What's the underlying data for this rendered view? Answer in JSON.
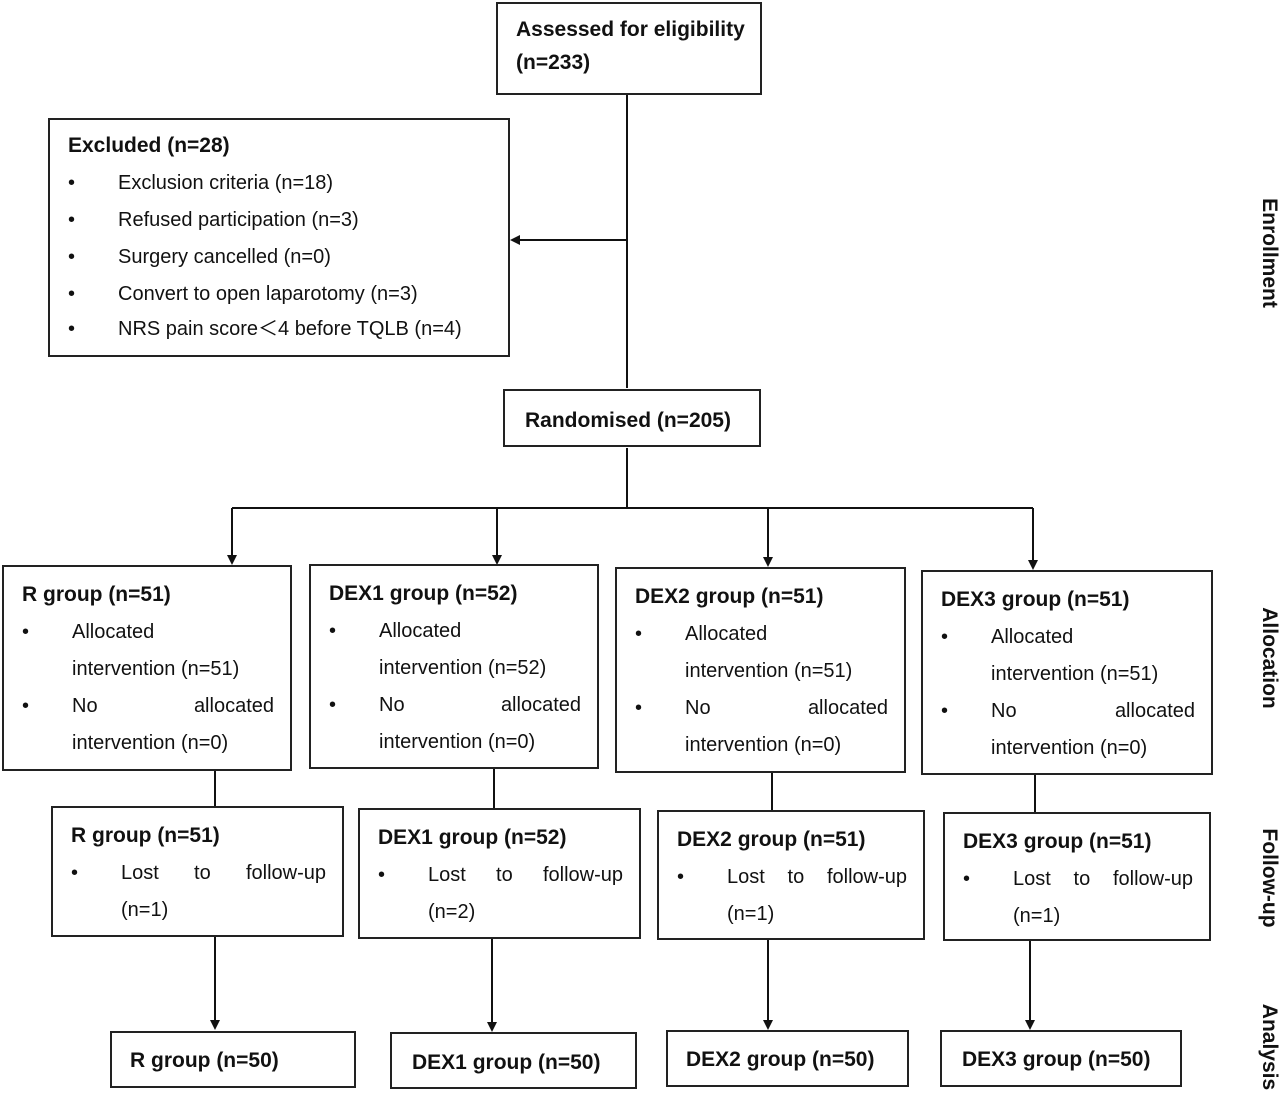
{
  "enrollment": {
    "assessed": {
      "line1": "Assessed for eligibility",
      "line2": "(n=233)"
    },
    "excluded": {
      "title": "Excluded (n=28)",
      "items": [
        "Exclusion criteria (n=18)",
        "Refused participation (n=3)",
        "Surgery cancelled (n=0)",
        "Convert to open laparotomy (n=3)",
        "NRS pain score＜4 before TQLB (n=4)"
      ]
    },
    "randomised": "Randomised (n=205)"
  },
  "allocation": [
    {
      "title": "R group (n=51)",
      "a1": "Allocated",
      "a2": "intervention (n=51)",
      "b1": "No",
      "b1b": "allocated",
      "b2": "intervention (n=0)"
    },
    {
      "title": "DEX1 group (n=52)",
      "a1": "Allocated",
      "a2": "intervention (n=52)",
      "b1": "No",
      "b1b": "allocated",
      "b2": "intervention (n=0)"
    },
    {
      "title": "DEX2 group (n=51)",
      "a1": "Allocated",
      "a2": "intervention (n=51)",
      "b1": "No",
      "b1b": "allocated",
      "b2": "intervention (n=0)"
    },
    {
      "title": "DEX3 group (n=51)",
      "a1": "Allocated",
      "a2": "intervention (n=51)",
      "b1": "No",
      "b1b": "allocated",
      "b2": "intervention (n=0)"
    }
  ],
  "followup": [
    {
      "title": "R group (n=51)",
      "w1": "Lost",
      "w2": "to",
      "w3": "follow-up",
      "n": "(n=1)"
    },
    {
      "title": "DEX1 group (n=52)",
      "w1": "Lost",
      "w2": "to",
      "w3": "follow-up",
      "n": "(n=2)"
    },
    {
      "title": "DEX2 group (n=51)",
      "w1": "Lost",
      "w2": "to",
      "w3": "follow-up",
      "n": "(n=1)"
    },
    {
      "title": "DEX3 group (n=51)",
      "w1": "Lost",
      "w2": "to",
      "w3": "follow-up",
      "n": "(n=1)"
    }
  ],
  "analysis": [
    "R group (n=50)",
    "DEX1 group (n=50)",
    "DEX2 group (n=50)",
    "DEX3 group (n=50)"
  ],
  "stages": {
    "enrollment": "Enrollment",
    "allocation": "Allocation",
    "followup": "Follow-up",
    "analysis": "Analysis"
  }
}
